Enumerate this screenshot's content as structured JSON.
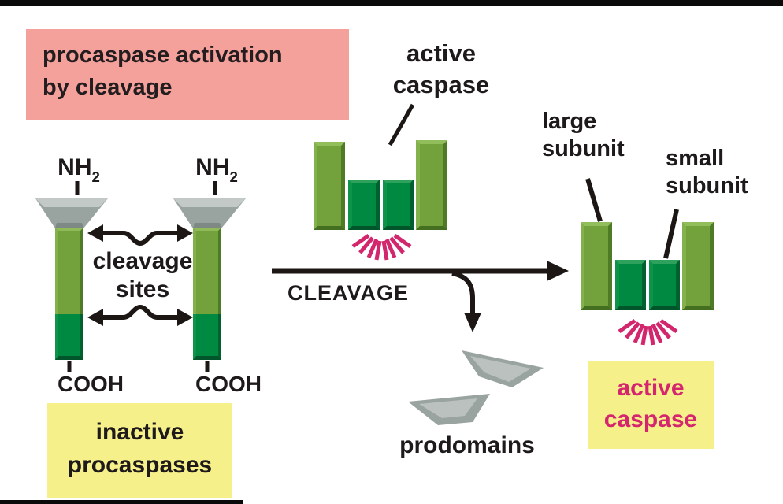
{
  "header": {
    "title_line1": "procaspase activation",
    "title_line2": "by cleavage"
  },
  "procaspases": {
    "nh": "NH",
    "nh_sub": "2",
    "cooh": "COOH",
    "cleavage_sites_line1": "cleavage",
    "cleavage_sites_line2": "sites",
    "box_line1": "inactive",
    "box_line2": "procaspases"
  },
  "center": {
    "active_caspase_line1": "active",
    "active_caspase_line2": "caspase",
    "cleavage_arrow_label": "CLEAVAGE",
    "prodomains_label": "prodomains"
  },
  "right": {
    "large_subunit_line1": "large",
    "large_subunit_line2": "subunit",
    "small_subunit_line1": "small",
    "small_subunit_line2": "subunit",
    "box_line1": "active",
    "box_line2": "caspase"
  },
  "colors": {
    "title_box_bg": "#f5a19b",
    "highlight_box_bg": "#f6f08a",
    "magenta_accent": "#d5256f",
    "large_subunit_green": "#73a23d",
    "small_subunit_green": "#008a41",
    "prodomain_gray": "#99a39f",
    "arrow_black": "#1c1714"
  }
}
